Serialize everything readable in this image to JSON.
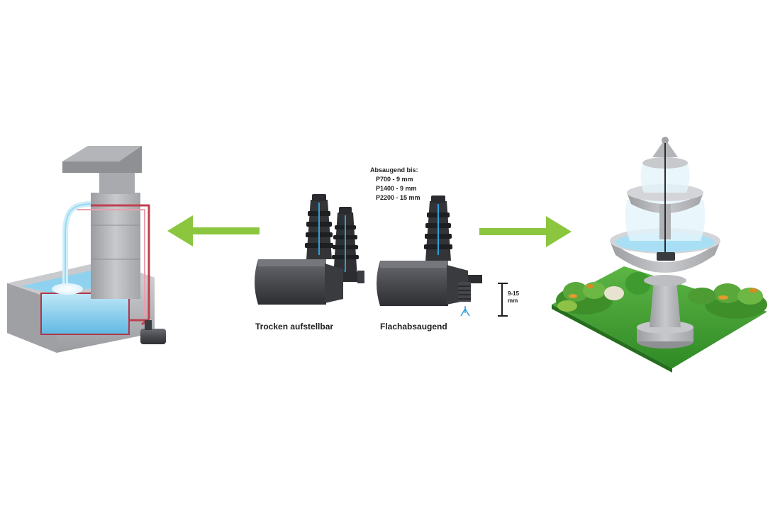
{
  "labels": {
    "dry_install": "Trocken aufstellbar",
    "flat_suction": "Flachabsaugend",
    "suction_title": "Absaugend bis:",
    "suction_specs": [
      "P700 - 9 mm",
      "P1400 - 9 mm",
      "P2200 - 15 mm"
    ],
    "depth_line1": "9-15",
    "depth_line2": "mm"
  },
  "colors": {
    "arrow_green": "#8cc63f",
    "pump_dark": "#4a4b4f",
    "pipe_red": "#c0404f",
    "water_blue": "#7fcdee",
    "grass_green": "#3f9b2f",
    "stone_grey": "#b4b5b8"
  },
  "icons": [
    "arrow-left-icon",
    "arrow-right-icon",
    "water-drop-icon"
  ]
}
